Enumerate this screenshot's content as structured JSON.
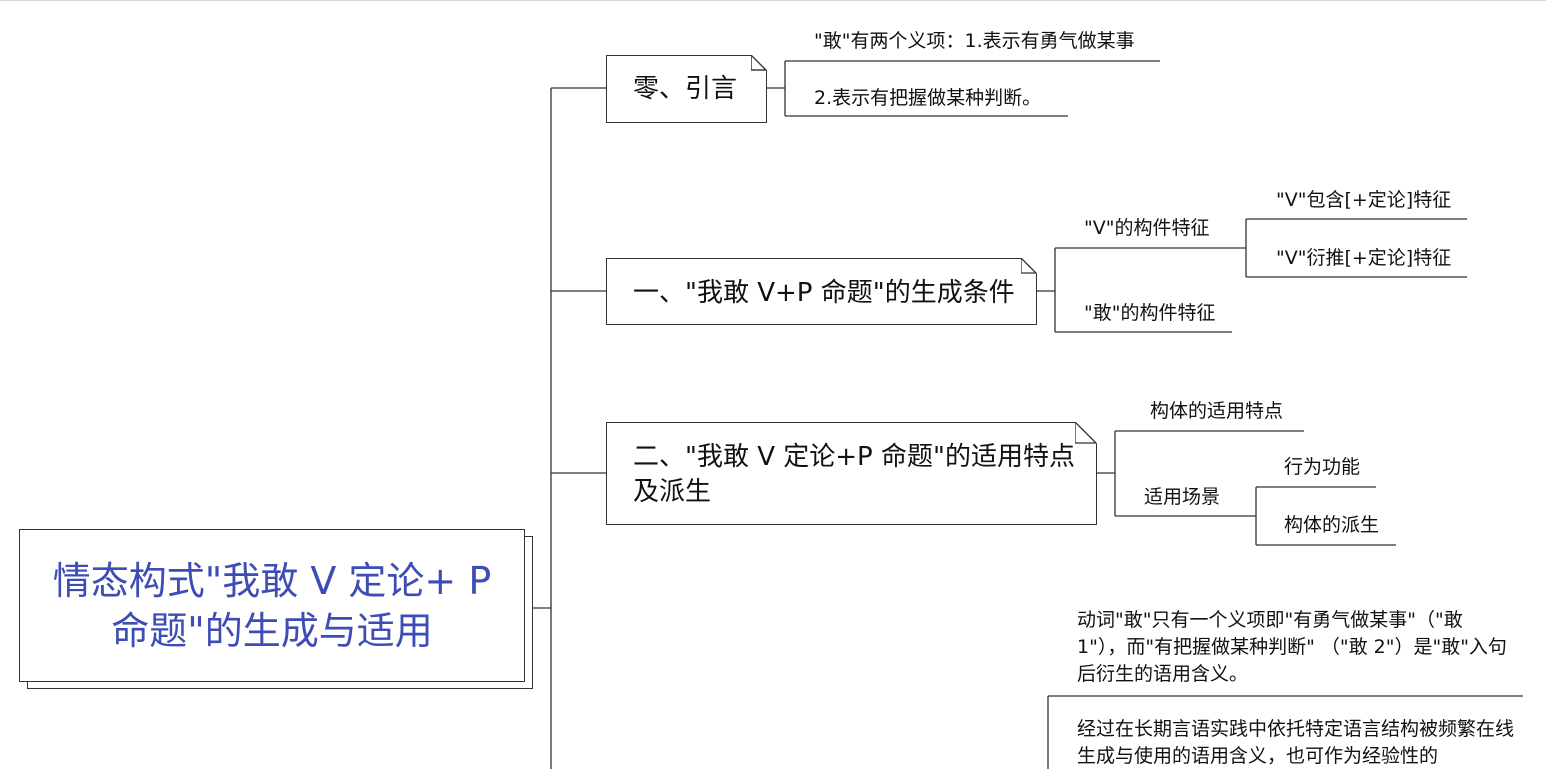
{
  "root": {
    "title": "情态构式\"我敢 V 定论+ P 命题\"的生成与适用"
  },
  "branches": [
    {
      "label": "零、引言",
      "children": [
        "\"敢\"有两个义项：1.表示有勇气做某事",
        "2.表示有把握做某种判断。"
      ]
    },
    {
      "label": "一、\"我敢 V+P 命题\"的生成条件",
      "children": [
        {
          "label": "\"V\"的构件特征",
          "children": [
            "\"V\"包含[+定论]特征",
            "\"V\"衍推[+定论]特征"
          ]
        },
        {
          "label": "\"敢\"的构件特征"
        }
      ]
    },
    {
      "label_line1": "二、\"我敢 V 定论+P 命题\"的适用特点",
      "label_line2": "及派生",
      "children": [
        {
          "label": "构体的适用特点"
        },
        {
          "label": "适用场景",
          "children": [
            "行为功能",
            "构体的派生"
          ]
        }
      ]
    }
  ],
  "notes": [
    "动词\"敢\"只有一个义项即\"有勇气做某事\"（\"敢 1\"），而\"有把握做某种判断\" （\"敢 2\"）是\"敢\"入句后衍生的语用含义。",
    "经过在长期言语实践中依托特定语言结构被频繁在线生成与使用的语用含义，也可作为经验性的"
  ]
}
